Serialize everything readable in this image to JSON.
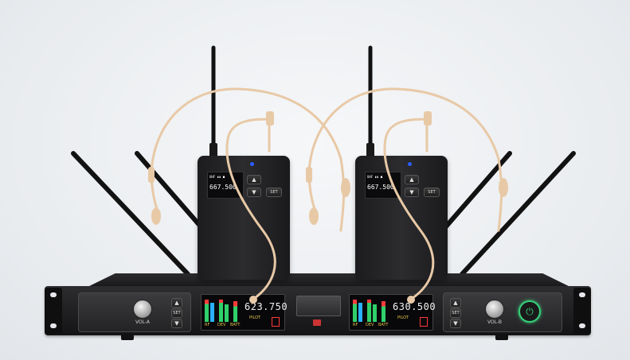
{
  "product": {
    "pack_left": {
      "lcd_icons": "UHF ▮▮ ☗",
      "frequency": "667.500",
      "set_label": "SET",
      "up_symbol": "▲",
      "down_symbol": "▼"
    },
    "pack_right": {
      "lcd_icons": "UHF ▮▮ ☗",
      "frequency": "667.500",
      "set_label": "SET",
      "up_symbol": "▲",
      "down_symbol": "▼"
    },
    "receiver": {
      "channel_a": {
        "frequency": "623.750",
        "pilot_label": "PILOT",
        "rf_label": "RF",
        "dev_label": "DEV",
        "batt_label": "BATT",
        "vol_label": "VOL-A",
        "set_label": "SET"
      },
      "channel_b": {
        "frequency": "630.500",
        "pilot_label": "PILOT",
        "rf_label": "RF",
        "dev_label": "DEV",
        "batt_label": "BATT",
        "vol_label": "VOL-B",
        "set_label": "SET"
      }
    }
  },
  "colors": {
    "background": "#eef0f3",
    "chassis": "#1c1c1e",
    "panel": "#2a2a2c",
    "lcd": "#0b0b0d",
    "headset_skin": "#e8c9a6",
    "power_ring": "#37d07a",
    "led_blue": "#2a5cff",
    "meter_green": "#2fd06a",
    "meter_blue": "#2ab0ff",
    "meter_red": "#ff3b3b"
  }
}
